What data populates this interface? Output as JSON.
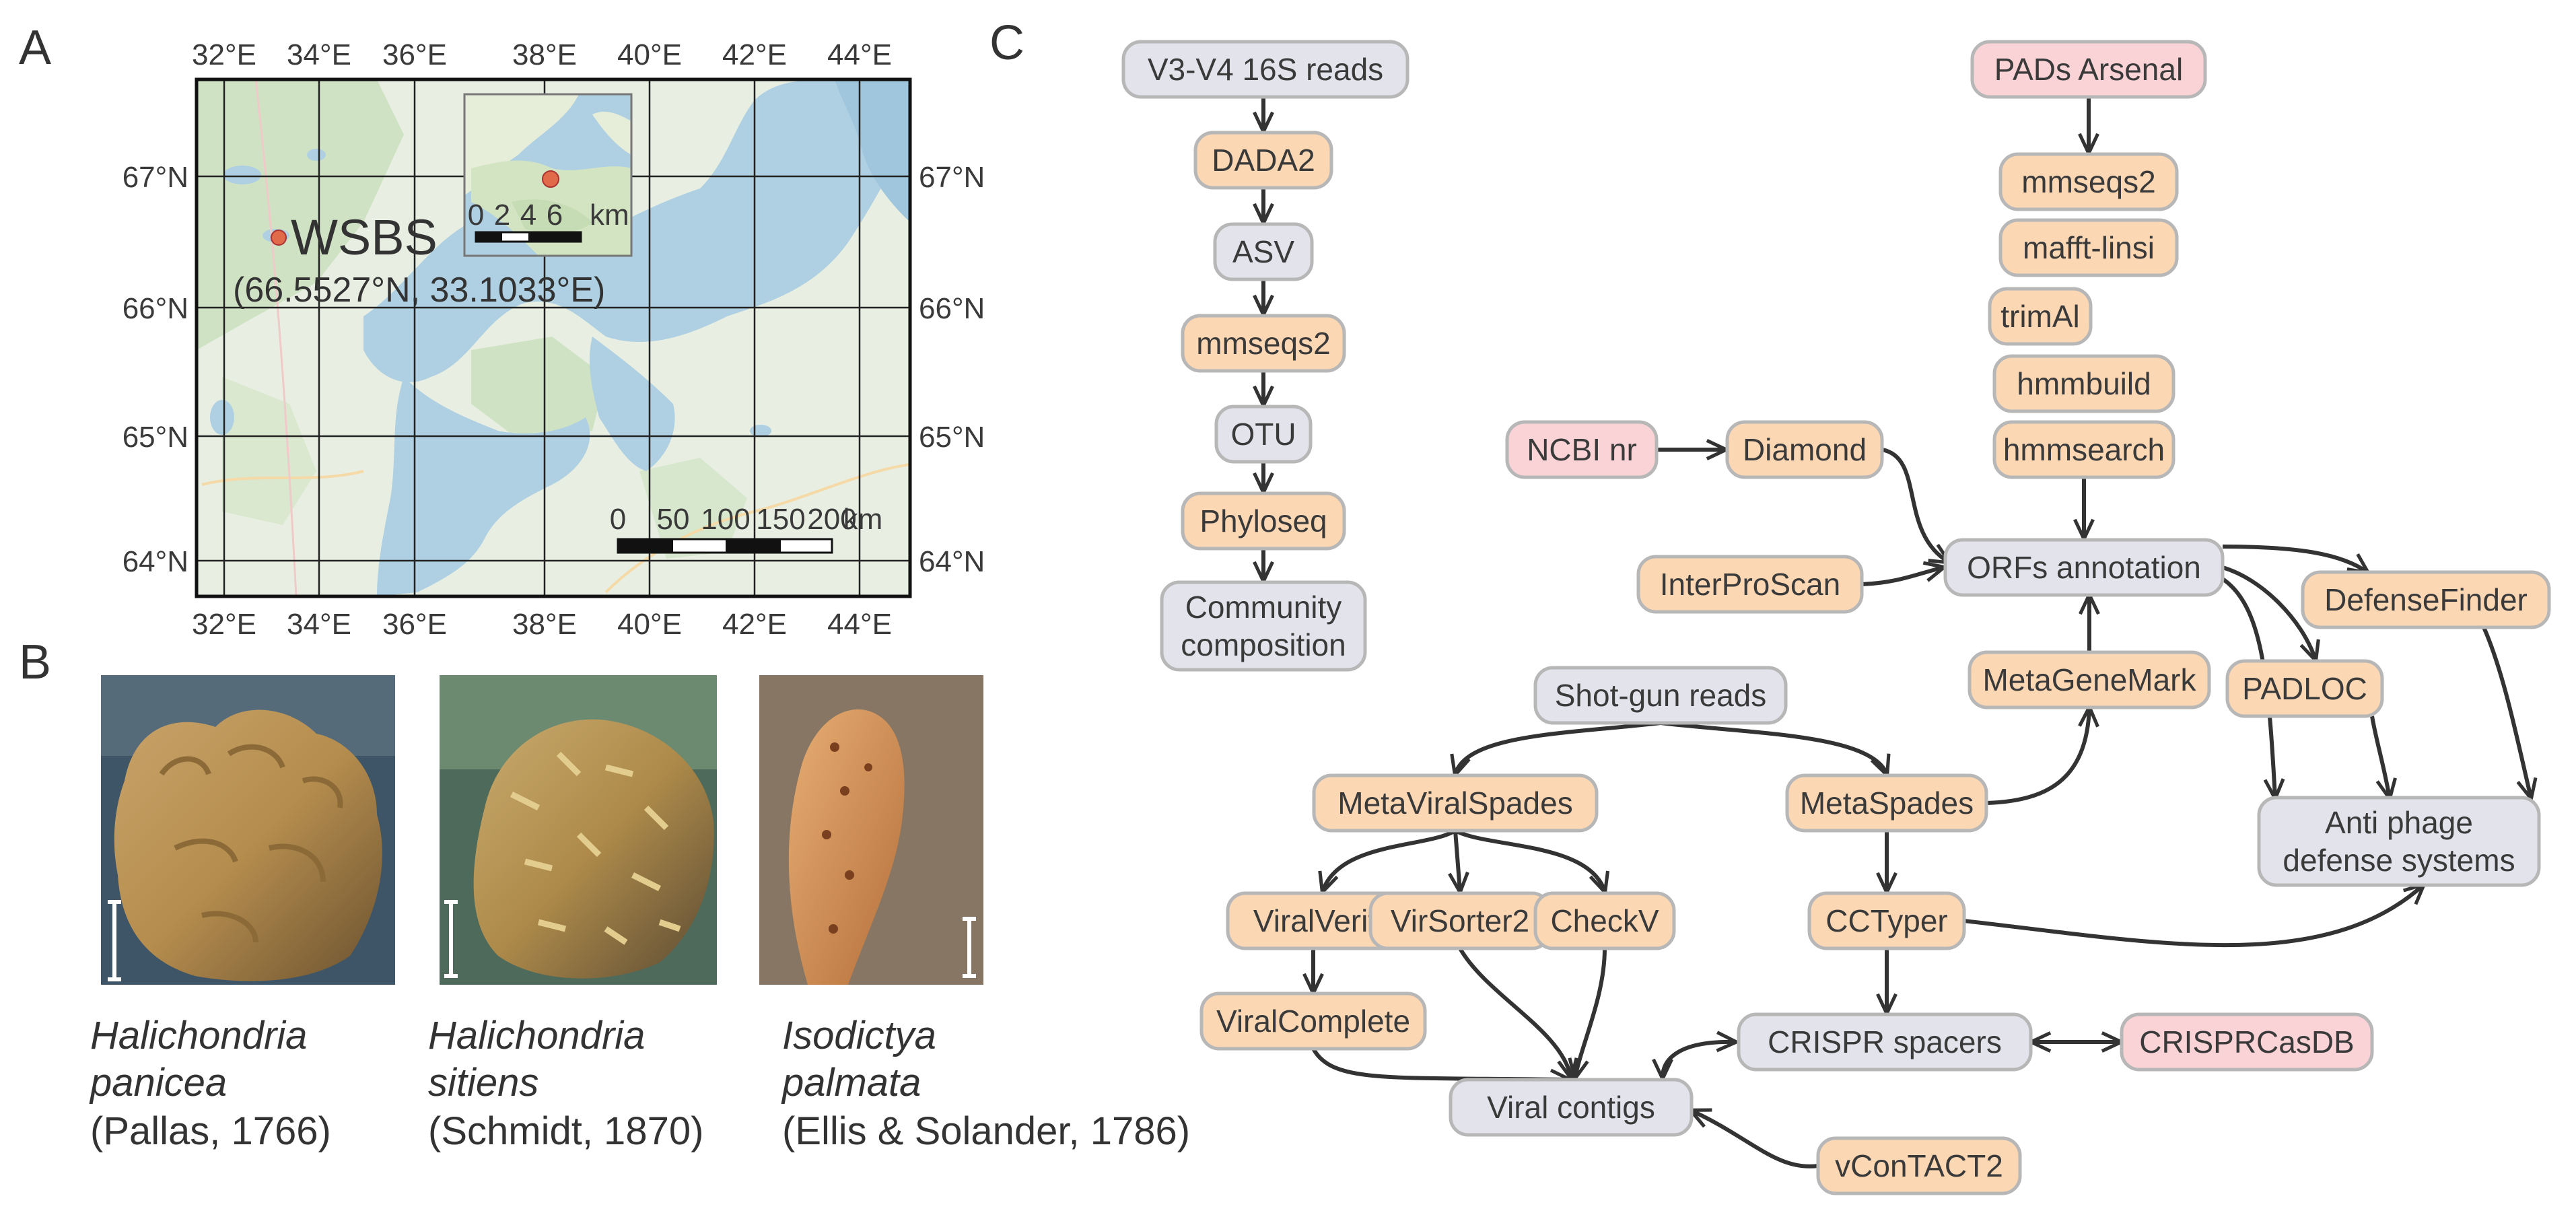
{
  "colors": {
    "gray_node": "#e3e3ec",
    "orange_node": "#fbd7b4",
    "pink_node": "#f9d3d6",
    "edge": "#333333",
    "water": "#aed0e2",
    "land": "#e9efe4",
    "marker": "#e06a4a"
  },
  "panel_a": {
    "label": "A",
    "lon_labels": [
      "32°E",
      "34°E",
      "36°E",
      "38°E",
      "40°E",
      "42°E",
      "44°E"
    ],
    "lat_labels": [
      "67°N",
      "66°N",
      "65°N",
      "64°N"
    ],
    "site_name": "WSBS",
    "site_coords": "(66.5527°N, 33.1033°E)",
    "inset_scale_ticks": [
      "0",
      "2",
      "4",
      "6",
      "km"
    ],
    "main_scale_ticks": [
      "0",
      "50",
      "100",
      "150",
      "200",
      "km"
    ]
  },
  "panel_b": {
    "label": "B",
    "species": [
      {
        "genus": "Halichondria",
        "epithet": "panicea",
        "authority": "(Pallas, 1766)"
      },
      {
        "genus": "Halichondria",
        "epithet": "sitiens",
        "authority": "(Schmidt, 1870)"
      },
      {
        "genus": "Isodictya",
        "epithet": "palmata",
        "authority": "(Ellis & Solander, 1786)"
      }
    ]
  },
  "panel_c": {
    "label": "C",
    "nodes": [
      {
        "id": "v34",
        "label": "V3-V4 16S reads",
        "type": "gray"
      },
      {
        "id": "dada2",
        "label": "DADA2",
        "type": "orange"
      },
      {
        "id": "asv",
        "label": "ASV",
        "type": "gray"
      },
      {
        "id": "mmseqs_a",
        "label": "mmseqs2",
        "type": "orange"
      },
      {
        "id": "otu",
        "label": "OTU",
        "type": "gray"
      },
      {
        "id": "phyloseq",
        "label": "Phyloseq",
        "type": "orange"
      },
      {
        "id": "community",
        "label": [
          "Community",
          "composition"
        ],
        "type": "gray"
      },
      {
        "id": "pads",
        "label": "PADs Arsenal",
        "type": "pink"
      },
      {
        "id": "mmseqs_b",
        "label": "mmseqs2",
        "type": "orange"
      },
      {
        "id": "mafft",
        "label": "mafft-linsi",
        "type": "orange"
      },
      {
        "id": "trimal",
        "label": "trimAl",
        "type": "orange"
      },
      {
        "id": "hmmbuild",
        "label": "hmmbuild",
        "type": "orange"
      },
      {
        "id": "hmmsearch",
        "label": "hmmsearch",
        "type": "orange"
      },
      {
        "id": "ncbi",
        "label": "NCBI nr",
        "type": "pink"
      },
      {
        "id": "diamond",
        "label": "Diamond",
        "type": "orange"
      },
      {
        "id": "interpro",
        "label": "InterProScan",
        "type": "orange"
      },
      {
        "id": "orfs",
        "label": "ORFs annotation",
        "type": "gray"
      },
      {
        "id": "defensefinder",
        "label": "DefenseFinder",
        "type": "orange"
      },
      {
        "id": "padloc",
        "label": "PADLOC",
        "type": "orange"
      },
      {
        "id": "antiphage",
        "label": [
          "Anti phage",
          "defense systems"
        ],
        "type": "gray"
      },
      {
        "id": "metagenemark",
        "label": "MetaGeneMark",
        "type": "orange"
      },
      {
        "id": "shotgun",
        "label": "Shot-gun reads",
        "type": "gray"
      },
      {
        "id": "metaviral",
        "label": "MetaViralSpades",
        "type": "orange"
      },
      {
        "id": "metaspades",
        "label": "MetaSpades",
        "type": "orange"
      },
      {
        "id": "viralverify",
        "label": "ViralVerify",
        "type": "orange"
      },
      {
        "id": "virsorter",
        "label": "VirSorter2",
        "type": "orange"
      },
      {
        "id": "checkv",
        "label": "CheckV",
        "type": "orange"
      },
      {
        "id": "cctyper",
        "label": "CCTyper",
        "type": "orange"
      },
      {
        "id": "viralcomplete",
        "label": "ViralComplete",
        "type": "orange"
      },
      {
        "id": "crispr",
        "label": "CRISPR spacers",
        "type": "gray"
      },
      {
        "id": "crisprdb",
        "label": "CRISPRCasDB",
        "type": "pink"
      },
      {
        "id": "viral",
        "label": "Viral contigs",
        "type": "gray"
      },
      {
        "id": "vcontact",
        "label": "vConTACT2",
        "type": "orange"
      }
    ]
  }
}
